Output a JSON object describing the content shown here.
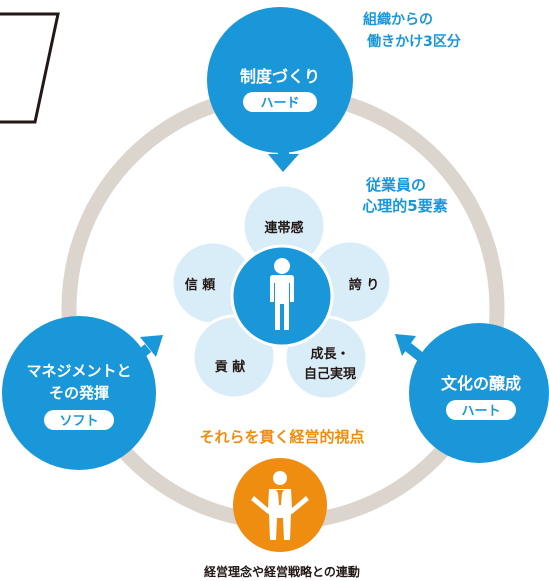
{
  "colors": {
    "blue": "#1a97d8",
    "light_blue": "#d9edf8",
    "ring": "#dcd5cd",
    "orange": "#ef8d10",
    "label_blue": "#1a97d8",
    "dark": "#231815"
  },
  "annotations": {
    "top_right_line1": "組織からの",
    "top_right_line2": "働きかけ3区分",
    "center_heading_line1": "従業員の",
    "center_heading_line2": "心理的5要素",
    "orange_heading": "それらを貫く経営的視点",
    "bottom_caption": "経営理念や経営戦略との連動"
  },
  "nodes": {
    "top": {
      "title": "制度づくり",
      "pill": "ハード"
    },
    "left": {
      "title_line1": "マネジメントと",
      "title_line2": "その発揮",
      "pill": "ソフト"
    },
    "right": {
      "title": "文化の醸成",
      "pill": "ハート"
    }
  },
  "petals": {
    "top": "連帯感",
    "left": "信 頼",
    "right": "誇 り",
    "bottom_left": "貢 献",
    "bottom_right_line1": "成長・",
    "bottom_right_line2": "自己実現"
  },
  "icons": [
    "person-icon",
    "arrow-down-icon",
    "arrow-up-right-icon",
    "arrow-up-left-icon",
    "businessman-icon"
  ]
}
